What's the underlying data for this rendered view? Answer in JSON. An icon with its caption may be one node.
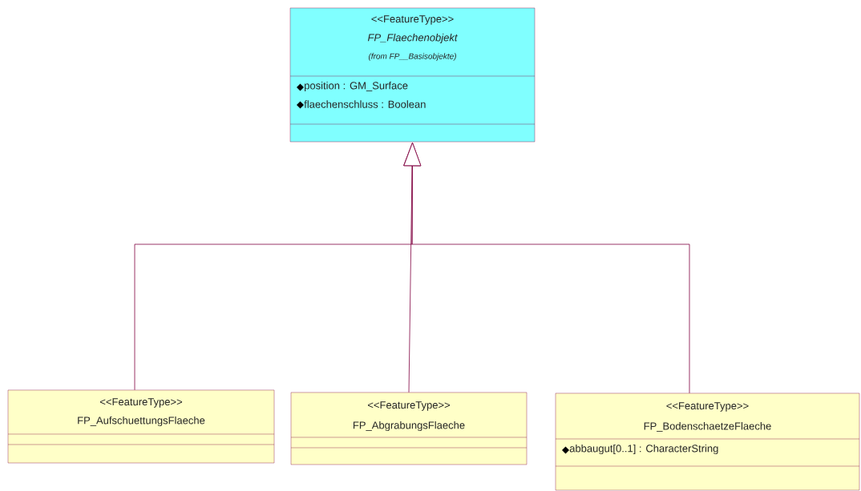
{
  "diagram": {
    "nodes": [
      {
        "text": [
          "<<FeatureType>>",
          "FP_Flaechenobjekt",
          "(from FP__Basisobjekte)",
          "position : GM_Surface",
          "flaechenschluss : Boolean"
        ]
      },
      {
        "text": [
          "<<FeatureType>>",
          "FP_AufschuettungsFlaeche"
        ]
      },
      {
        "text": [
          "<<FeatureType>>",
          "FP_AbgrabungsFlaeche"
        ]
      },
      {
        "text": [
          "<<FeatureType>>",
          "FP_BodenschaetzeFlaeche",
          "abbaugut[0..1] : CharacterString"
        ]
      }
    ],
    "edges": [
      {
        "from": 1,
        "to": 0,
        "arrow": "to"
      },
      {
        "from": 2,
        "to": 0,
        "arrow": "to"
      },
      {
        "from": 3,
        "to": 0,
        "arrow": "to"
      }
    ]
  }
}
